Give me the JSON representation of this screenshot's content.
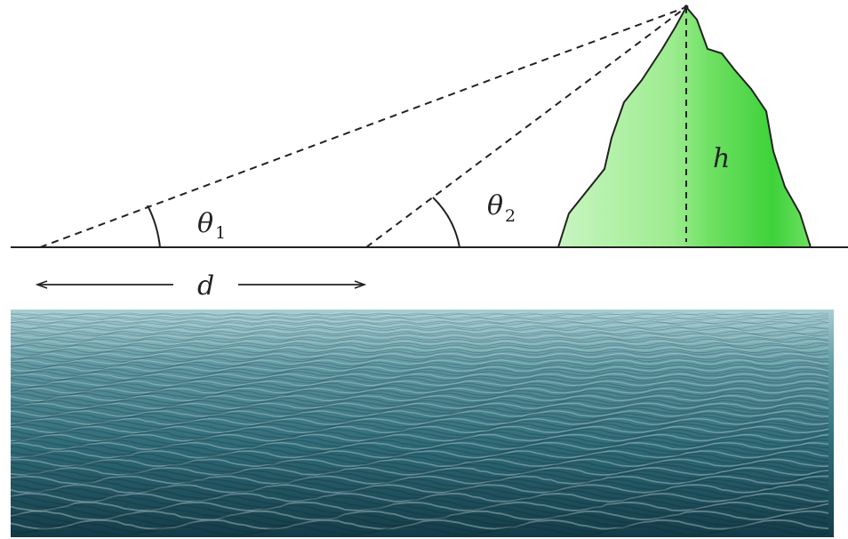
{
  "diagram": {
    "labels": {
      "theta1": "θ",
      "theta1_sub": "1",
      "theta2": "θ",
      "theta2_sub": "2",
      "height": "h",
      "distance": "d"
    },
    "colors": {
      "line": "#222222",
      "mountain_light": "#c8f5c0",
      "mountain_mid": "#8aea7c",
      "mountain_dark": "#3ed23a",
      "water_light": "#9fc9cf",
      "water_mid": "#4f8a94",
      "water_dark": "#153f4c"
    }
  }
}
